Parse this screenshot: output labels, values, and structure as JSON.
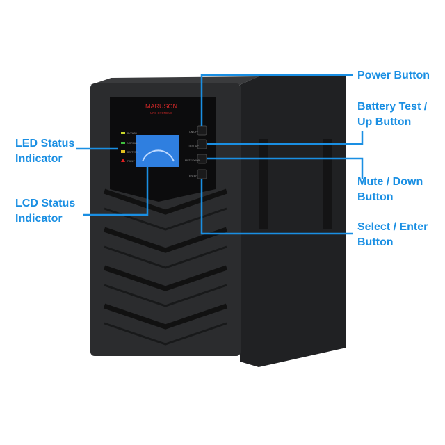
{
  "brand": {
    "name": "MARUSON",
    "sub": "UPS SYSTEMS"
  },
  "leds": [
    "BYPASS",
    "NORMAL",
    "BATTERY",
    "FAULT"
  ],
  "buttons": [
    "ON/OFF",
    "TEST/UP",
    "MUTE/DOWN",
    "ENTER"
  ],
  "callouts": {
    "power": "Power Button",
    "battery_l1": "Battery Test /",
    "battery_l2": "Up Button",
    "mute_l1": "Mute / Down",
    "mute_l2": "Button",
    "select_l1": "Select / Enter",
    "select_l2": "Button",
    "led_l1": "LED Status",
    "led_l2": "Indicator",
    "lcd_l1": "LCD Status",
    "lcd_l2": "Indicator"
  },
  "colors": {
    "accent": "#1a8fe3",
    "body": "#2b2c2e",
    "side": "#202123",
    "lcd": "#2f7fe0"
  }
}
